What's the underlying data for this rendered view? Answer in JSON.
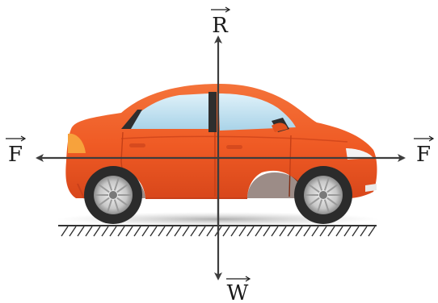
{
  "forces": {
    "reaction": {
      "symbol": "R"
    },
    "weight": {
      "symbol": "W"
    },
    "force_left": {
      "symbol": "F"
    },
    "force_right": {
      "symbol": "F"
    }
  },
  "colors": {
    "car_body": "#ef5a24",
    "car_shadow": "#c9401a",
    "window": "#bfe0ef",
    "arrow": "#3d3d3d",
    "ground": "#333333",
    "wheel_tyre": "#2b2b2b",
    "wheel_rim": "#d0d0d0"
  }
}
